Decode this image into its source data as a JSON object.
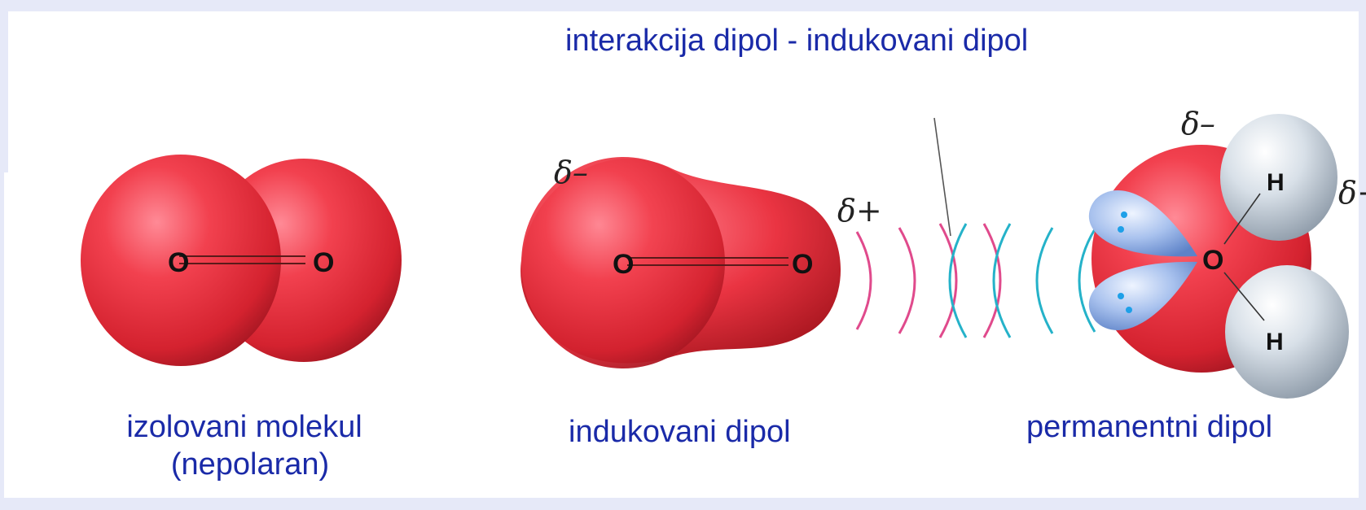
{
  "title": "interakcija dipol - indukovani dipol",
  "captions": {
    "isolated_line1": "izolovani molekul",
    "isolated_line2": "(nepolaran)",
    "induced": "indukovani dipol",
    "permanent": "permanentni dipol"
  },
  "atom_labels": {
    "oxygen": "O",
    "hydrogen": "H"
  },
  "charges": {
    "induced_left": "δ–",
    "induced_right": "δ+",
    "water_top": "δ–",
    "water_right": "δ+"
  },
  "colors": {
    "caption": "#1a2aa8",
    "oxygen_red": "#e8303c",
    "hydrogen_grey": "#c9d3dd",
    "lone_pair_blue": "#8fb0e6",
    "induced_wave": "#e04a8c",
    "permanent_wave": "#25b2c9",
    "frame": "#e6e9f8"
  }
}
